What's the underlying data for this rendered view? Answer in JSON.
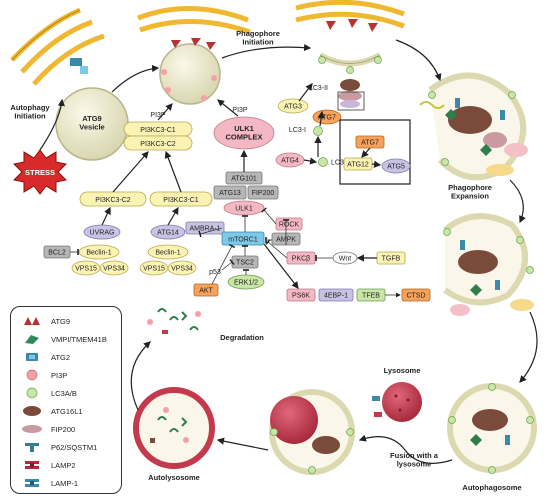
{
  "labels": {
    "atg9_vesicle": "ATG9\nVesicle",
    "autophagy_initiation": "Autophagy\nInitiation",
    "stress": "STRESS",
    "phagophore_initiation": "Phagophore\nInitiation",
    "phagophore_expansion": "Phagophore\nExpansion",
    "degradation": "Degradation",
    "lysosome": "Lysosome",
    "fusion": "Fusion with a\nlysosome",
    "autolysosome": "Autolysosome",
    "autophagosome": "Autophagosome",
    "pi3p_left": "PI3P",
    "pi3p_right": "PI3P",
    "lc3_ii": "LC3-II",
    "lc3_i": "LC3-I",
    "lc3": "LC3",
    "p53": "p53"
  },
  "nodes": {
    "pi3kc3_c1_top": "PI3KC3-C1",
    "pi3kc3_c2_top": "PI3KC3-C2",
    "ulk1_complex": "ULK1\nCOMPLEX",
    "atg3": "ATG3",
    "atg7_a": "ATG7",
    "atg4": "ATG4",
    "atg7_b": "ATG7",
    "atg12": "ATG12",
    "atg5": "ATG5",
    "pi3kc3_c2_mid": "PI3KC3-C2",
    "pi3kc3_c1_mid": "PI3KC3-C1",
    "atg101": "ATG101",
    "atg13": "ATG13",
    "fip200": "FIP200",
    "ulk1": "ULK1",
    "rock": "ROCK",
    "ampk": "AMPK",
    "ambra1": "AMBRA-1",
    "mtorc1": "mTORC1",
    "uvrag": "UVRAG",
    "atg14": "ATG14",
    "bcl2": "BCL2",
    "beclin1_a": "Beclin-1",
    "beclin1_b": "Beclin-1",
    "vps15_a": "VPS15",
    "vps34_a": "VPS34",
    "vps15_b": "VPS15",
    "vps34_b": "VPS34",
    "tsc2": "TSC2",
    "erk": "ERK1/2",
    "pkcb": "PKCβ",
    "wnt": "Wnt",
    "tgfb": "TGFB",
    "akt": "AKT",
    "ps6k": "PS6K",
    "4ebp1": "4EBP-1",
    "tfeb": "TFEB",
    "ctsd": "CTSD"
  },
  "legend": [
    {
      "icon": "atg9-icon",
      "label": "ATG9"
    },
    {
      "icon": "vmp1-icon",
      "label": "VMPI/TMEM41B"
    },
    {
      "icon": "atg2-icon",
      "label": "ATG2"
    },
    {
      "icon": "pi3p-icon",
      "label": "PI3P"
    },
    {
      "icon": "lc3-icon",
      "label": "LC3A/B"
    },
    {
      "icon": "atg16l1-icon",
      "label": "ATG16L1"
    },
    {
      "icon": "fip200-icon",
      "label": "FIP200"
    },
    {
      "icon": "p62-icon",
      "label": "P62/SQSTM1"
    },
    {
      "icon": "lamp2-icon",
      "label": "LAMP2"
    },
    {
      "icon": "lamp1-icon",
      "label": "LAMP-1"
    }
  ],
  "colors": {
    "pink": "#f3b8c4",
    "yellow": "#fbf3b4",
    "lavender": "#c9c3e3",
    "blue": "#7ec8e8",
    "orange": "#f6a25b",
    "grey": "#b6b6b6",
    "green_lc3": "#c8e6a6",
    "red_atg9": "#b83232",
    "vesicle": "#e8e6c8",
    "lysosome": "#c23a4c"
  }
}
